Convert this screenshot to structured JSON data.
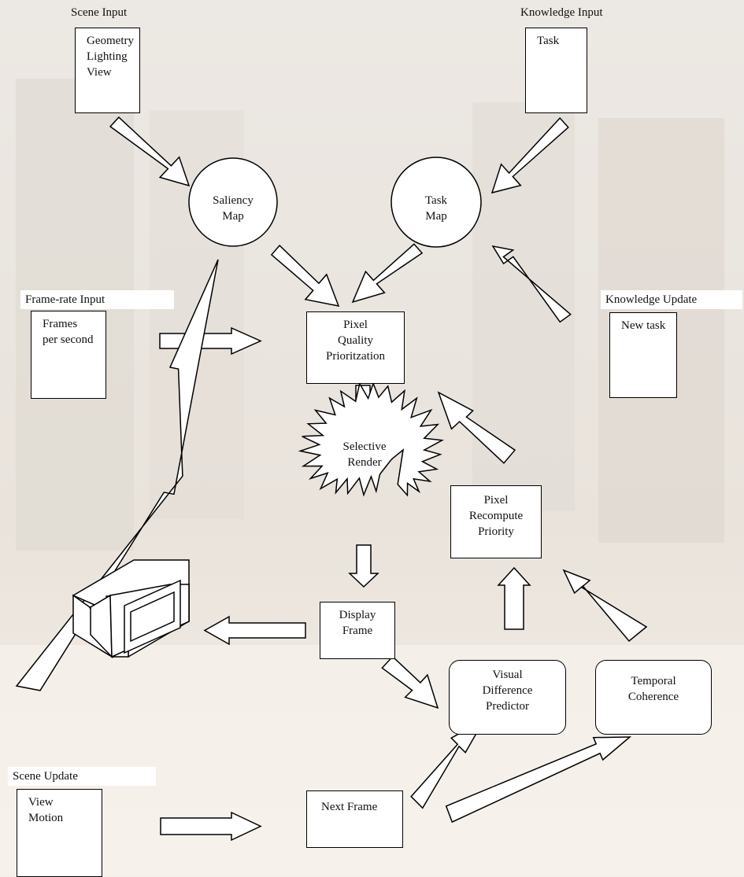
{
  "section_labels": {
    "scene_input": "Scene Input",
    "knowledge_input": "Knowledge Input",
    "frame_rate_input": "Frame-rate Input",
    "knowledge_update": "Knowledge Update",
    "scene_update": "Scene Update"
  },
  "nodes": {
    "scene_input_box": [
      "Geometry",
      "Lighting",
      "View"
    ],
    "task_box": [
      "Task"
    ],
    "saliency_map": [
      "Saliency",
      "Map"
    ],
    "task_map": [
      "Task",
      "Map"
    ],
    "frames_box": [
      "Frames",
      "per second"
    ],
    "pixel_quality": [
      "Pixel",
      "Quality",
      "Prioritzation"
    ],
    "new_task_box": [
      "New task"
    ],
    "selective_render": [
      "Selective",
      "Render"
    ],
    "pixel_recompute": [
      "Pixel",
      "Recompute",
      "Priority"
    ],
    "display_frame": [
      "Display",
      "Frame"
    ],
    "visual_difference": [
      "Visual",
      "Difference",
      "Predictor"
    ],
    "temporal_coherence": [
      "Temporal",
      "Coherence"
    ],
    "view_motion_box": [
      "View",
      "Motion"
    ],
    "next_frame": [
      "Next Frame"
    ]
  },
  "icons": {
    "display": "monitor-icon"
  }
}
